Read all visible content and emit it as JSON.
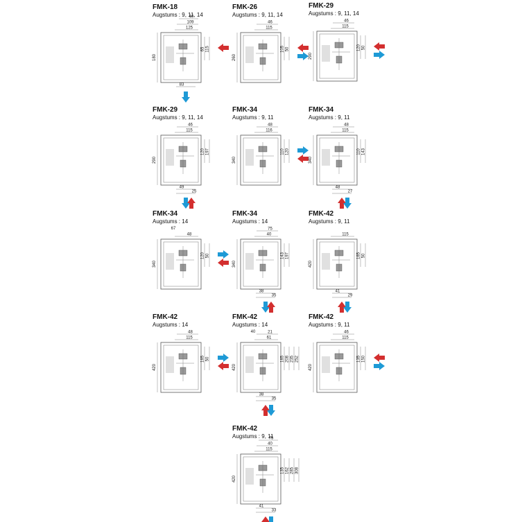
{
  "colors": {
    "supply_arrow": "#d32f2f",
    "return_arrow": "#1e9ad6",
    "outline": "#555555"
  },
  "panels": [
    {
      "model": "FMK-18",
      "sub": "Augstums : 9, 11, 14",
      "height": "180",
      "top": [
        "125",
        "109",
        "40"
      ],
      "right": [
        "65",
        "115"
      ],
      "bottom": [
        "83"
      ],
      "extra": [],
      "arrows": [
        {
          "dir": "left",
          "color": "supply"
        },
        {
          "dir": "down",
          "color": "return"
        }
      ]
    },
    {
      "model": "FMK-26",
      "sub": "Augstums : 9, 11, 14",
      "height": "260",
      "top": [
        "115",
        "46"
      ],
      "right": [
        "105",
        "50"
      ],
      "bottom": [],
      "extra": [],
      "arrows": [
        {
          "dir": "left",
          "color": "supply"
        },
        {
          "dir": "right",
          "color": "return"
        }
      ]
    },
    {
      "model": "FMK-29",
      "sub": "Augstums : 9, 11, 14",
      "height": "290",
      "top": [
        "115",
        "46"
      ],
      "right": [
        "120",
        "50"
      ],
      "bottom": [],
      "extra": [],
      "arrows": [
        {
          "dir": "left",
          "color": "supply"
        },
        {
          "dir": "right",
          "color": "return"
        }
      ]
    },
    {
      "model": "FMK-29",
      "sub": "Augstums : 9, 11, 14",
      "height": "290",
      "top": [
        "115",
        "46"
      ],
      "right": [
        "120",
        "197"
      ],
      "bottom": [
        "49",
        "25"
      ],
      "extra": [],
      "arrows": [
        {
          "dir": "down",
          "color": "return"
        },
        {
          "dir": "up",
          "color": "supply"
        }
      ]
    },
    {
      "model": "FMK-34",
      "sub": "Augstums : 9, 11",
      "height": "340",
      "top": [
        "116",
        "48"
      ],
      "right": [
        "110",
        "120"
      ],
      "bottom": [],
      "extra": [],
      "arrows": [
        {
          "dir": "right",
          "color": "return"
        },
        {
          "dir": "left",
          "color": "supply"
        }
      ]
    },
    {
      "model": "FMK-34",
      "sub": "Augstums : 9, 11",
      "height": "340",
      "top": [
        "115",
        "48"
      ],
      "right": [
        "110",
        "143"
      ],
      "bottom": [
        "48",
        "27"
      ],
      "extra": [],
      "arrows": [
        {
          "dir": "up",
          "color": "supply"
        },
        {
          "dir": "down",
          "color": "return"
        }
      ]
    },
    {
      "model": "FMK-34",
      "sub": "Augstums : 14",
      "height": "340",
      "top": [
        "48"
      ],
      "right": [
        "120",
        "50"
      ],
      "bottom": [],
      "extra": [
        "67"
      ],
      "arrows": [
        {
          "dir": "right",
          "color": "return"
        },
        {
          "dir": "left",
          "color": "supply"
        }
      ]
    },
    {
      "model": "FMK-34",
      "sub": "Augstums : 14",
      "height": "340",
      "top": [
        "40",
        "75"
      ],
      "right": [
        "143",
        "197"
      ],
      "bottom": [
        "38",
        "35"
      ],
      "extra": [],
      "arrows": [
        {
          "dir": "down",
          "color": "return"
        },
        {
          "dir": "up",
          "color": "supply"
        }
      ]
    },
    {
      "model": "FMK-42",
      "sub": "Augstums : 9, 11",
      "height": "420",
      "top": [
        "115"
      ],
      "right": [
        "185",
        "50"
      ],
      "bottom": [
        "41",
        "29"
      ],
      "extra": [],
      "arrows": [
        {
          "dir": "up",
          "color": "supply"
        },
        {
          "dir": "down",
          "color": "return"
        }
      ]
    },
    {
      "model": "FMK-42",
      "sub": "Augstums : 14",
      "height": "420",
      "top": [
        "115",
        "48"
      ],
      "right": [
        "185",
        "50"
      ],
      "bottom": [],
      "extra": [],
      "arrows": [
        {
          "dir": "right",
          "color": "return"
        },
        {
          "dir": "left",
          "color": "supply"
        }
      ]
    },
    {
      "model": "FMK-42",
      "sub": "Augstums : 14",
      "height": "420",
      "top": [
        "61",
        "21"
      ],
      "right": [
        "185",
        "208",
        "235",
        "252"
      ],
      "bottom": [
        "38",
        "35"
      ],
      "extra": [
        "40"
      ],
      "arrows": [
        {
          "dir": "up",
          "color": "supply"
        },
        {
          "dir": "down",
          "color": "return"
        }
      ]
    },
    {
      "model": "FMK-42",
      "sub": "Augstums : 9, 11",
      "height": "420",
      "top": [
        "115",
        "46"
      ],
      "right": [
        "135",
        "150"
      ],
      "bottom": [],
      "extra": [],
      "arrows": [
        {
          "dir": "left",
          "color": "supply"
        },
        {
          "dir": "right",
          "color": "return"
        }
      ]
    },
    {
      "model": "FMK-42",
      "sub": "Augstums : 9, 11",
      "height": "420",
      "top": [
        "115",
        "40",
        "75"
      ],
      "right": [
        "135",
        "162",
        "285",
        "308"
      ],
      "bottom": [
        "41",
        "33"
      ],
      "extra": [],
      "arrows": [
        {
          "dir": "up",
          "color": "supply"
        },
        {
          "dir": "down",
          "color": "return"
        }
      ]
    }
  ]
}
